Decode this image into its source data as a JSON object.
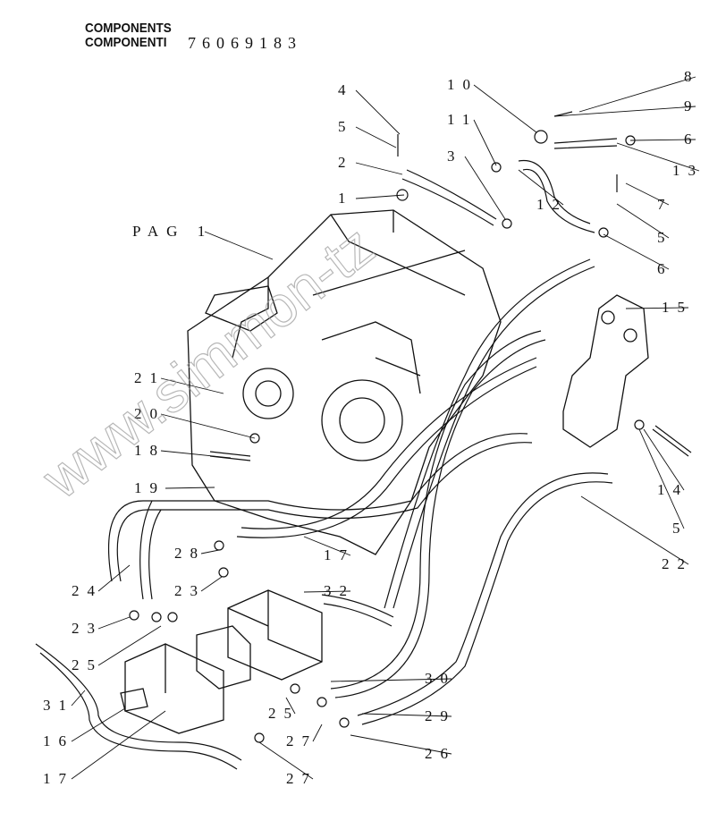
{
  "header": {
    "line1": "COMPONENTS",
    "line2": "COMPONENTI",
    "part_number": "76069183"
  },
  "watermark": "www.simmon-tz",
  "callouts": [
    {
      "text": "4"
    },
    {
      "text": "5"
    },
    {
      "text": "2"
    },
    {
      "text": "1"
    },
    {
      "text": "PAG 1"
    },
    {
      "text": "10"
    },
    {
      "text": "11"
    },
    {
      "text": "3"
    },
    {
      "text": "8"
    },
    {
      "text": "9"
    },
    {
      "text": "6"
    },
    {
      "text": "13"
    },
    {
      "text": "12"
    },
    {
      "text": "7"
    },
    {
      "text": "5"
    },
    {
      "text": "6"
    },
    {
      "text": "15"
    },
    {
      "text": "21"
    },
    {
      "text": "20"
    },
    {
      "text": "18"
    },
    {
      "text": "19"
    },
    {
      "text": "14"
    },
    {
      "text": "5"
    },
    {
      "text": "22"
    },
    {
      "text": "17"
    },
    {
      "text": "28"
    },
    {
      "text": "24"
    },
    {
      "text": "23"
    },
    {
      "text": "32"
    },
    {
      "text": "23"
    },
    {
      "text": "25"
    },
    {
      "text": "30"
    },
    {
      "text": "31"
    },
    {
      "text": "25"
    },
    {
      "text": "29"
    },
    {
      "text": "16"
    },
    {
      "text": "27"
    },
    {
      "text": "26"
    },
    {
      "text": "17"
    },
    {
      "text": "27"
    }
  ]
}
